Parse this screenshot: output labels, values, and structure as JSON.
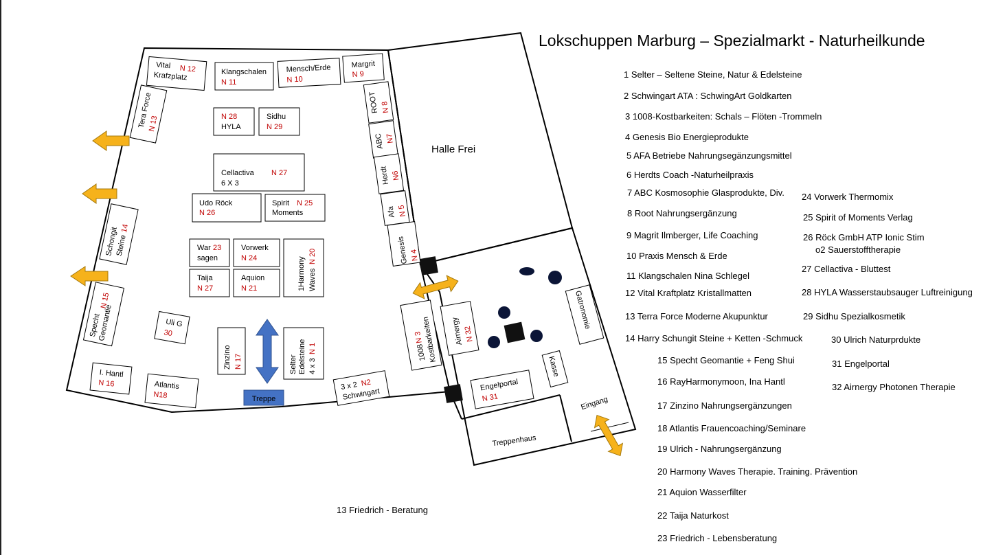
{
  "title": "Lokschuppen Marburg – Spezialmarkt - Naturheilkunde",
  "footer_note": "13  Friedrich - Beratung",
  "legend": [
    "1 Selter – Seltene Steine, Natur & Edelsteine",
    "2 Schwingart ATA : SchwingArt Goldkarten",
    "3 1008-Kostbarkeiten: Schals – Flöten -Trommeln",
    "4 Genesis Bio Energieprodukte",
    "5 AFA Betriebe  Nahrungsegänzungsmittel",
    "6 Herdts Coach -Naturheilpraxis",
    "7 ABC Kosmosophie Glasprodukte, Div.",
    "8 Root Nahrungsergänzung",
    "9 Magrit Ilmberger, Life Coaching",
    "10 Praxis Mensch & Erde",
    "11 Klangschalen Nina Schlegel",
    "12 Vital Kraftplatz Kristallmatten",
    "13 Terra Force  Moderne Akupunktur",
    "14 Harry Schungit Steine + Ketten -Schmuck",
    "15 Specht Geomantie + Feng Shui",
    "16 RayHarmonymoon, Ina Hantl",
    "17 Zinzino  Nahrungsergänzungen",
    "18  Atlantis  Frauencoaching/Seminare",
    "19 Ulrich - Nahrungsergänzung",
    "20 Harmony Waves  Therapie. Training. Prävention",
    "21 Aquion Wasserfilter",
    "22 Taija Naturkost",
    "23 Friedrich - Lebensberatung",
    "24 Vorwerk Thermomix",
    "25 Spirit of Moments Verlag",
    "26 Röck GmbH  ATP Ionic Stim",
    "o2 Sauerstofftherapie",
    "27 Cellactiva  - Bluttest",
    "28 HYLA  Wasserstaubsauger Luftreinigung",
    "29 Sidhu Spezialkosmetik",
    "30 Ulrich Naturprdukte",
    "31 Engelportal",
    "32 Airnergy Photonen Therapie"
  ],
  "stands": {
    "vital": {
      "line1": "Vital",
      "line2": "Krafzplatz",
      "num": "N 12"
    },
    "klangschalen": {
      "name": "Klangschalen",
      "num": "N 11"
    },
    "mensch": {
      "name": "Mensch/Erde",
      "num": "N 10"
    },
    "margrit": {
      "name": "Margrit",
      "num": "N 9"
    },
    "root": {
      "name": "ROOT",
      "num": "N 8"
    },
    "abc": {
      "name": "ABC",
      "num": "N7"
    },
    "herdt": {
      "name": "Herdt",
      "num": "N6"
    },
    "afa": {
      "name": "Afa",
      "num": "N 5"
    },
    "genesis": {
      "name": "Genesis",
      "num": "N 4"
    },
    "terra": {
      "name": "Tera Force",
      "num": "N 13"
    },
    "hyla": {
      "name": "HYLA",
      "num": "N  28"
    },
    "sidhu": {
      "name": "Sidhu",
      "num": "N 29"
    },
    "cellactiva": {
      "name": "Cellactiva",
      "size": "6 X 3",
      "num": "N 27"
    },
    "udo": {
      "name": "Udo Röck",
      "num": "N 26"
    },
    "spirit": {
      "line1": "Spirit",
      "line2": "Moments",
      "num": "N 25"
    },
    "schongit": {
      "line1": "Schongit",
      "line2": "Steine",
      "num": "14"
    },
    "warsagen": {
      "line1": "War",
      "line2": "sagen",
      "num": "23"
    },
    "vorwerk": {
      "name": "Vorwerk",
      "num": "N 24"
    },
    "taija": {
      "name": "Taija",
      "num": "N 27"
    },
    "aquion": {
      "name": "Aquion",
      "num": "N 21"
    },
    "harmony": {
      "line1": "1Harmony",
      "line2": "Waves",
      "num": "N 20"
    },
    "specht": {
      "line1": "Specht",
      "line2": "Geomantie",
      "num": "N 15"
    },
    "uli": {
      "name": "Uli G",
      "num": "30"
    },
    "zinzino": {
      "name": "Zinzino",
      "num": "N 17"
    },
    "selter": {
      "line1": "Selter",
      "line2": "Edelsteine",
      "size": "4 x 3",
      "num": "N 1"
    },
    "hantl": {
      "name": "I. Hantl",
      "num": "N 16"
    },
    "atlantis": {
      "name": "Atlantis",
      "num": "N18"
    },
    "schwingart": {
      "size": "3 x 2",
      "name": "Schwingart",
      "num": "N2"
    },
    "kostbarkeiten": {
      "line1": "1008",
      "line2": "Kostbarkeiten",
      "num": "N 3"
    },
    "airnergy": {
      "name": "Airnergy",
      "num": "N 32"
    },
    "engelportal": {
      "name": "Engelportal",
      "num": "N 31"
    },
    "gastronomie": {
      "name": "Gatronomie"
    },
    "kasse": {
      "name": "Kasse"
    }
  },
  "areas": {
    "halle_frei": "Halle Frei",
    "treppe": "Treppe",
    "treppenhaus": "Treppenhaus",
    "eingang": "Eingang"
  },
  "colors": {
    "exit_arrow": "#f6b21b",
    "arrow_stroke": "#a4780c",
    "stair_arrow": "#4472c4",
    "stand_number": "#c00000"
  }
}
